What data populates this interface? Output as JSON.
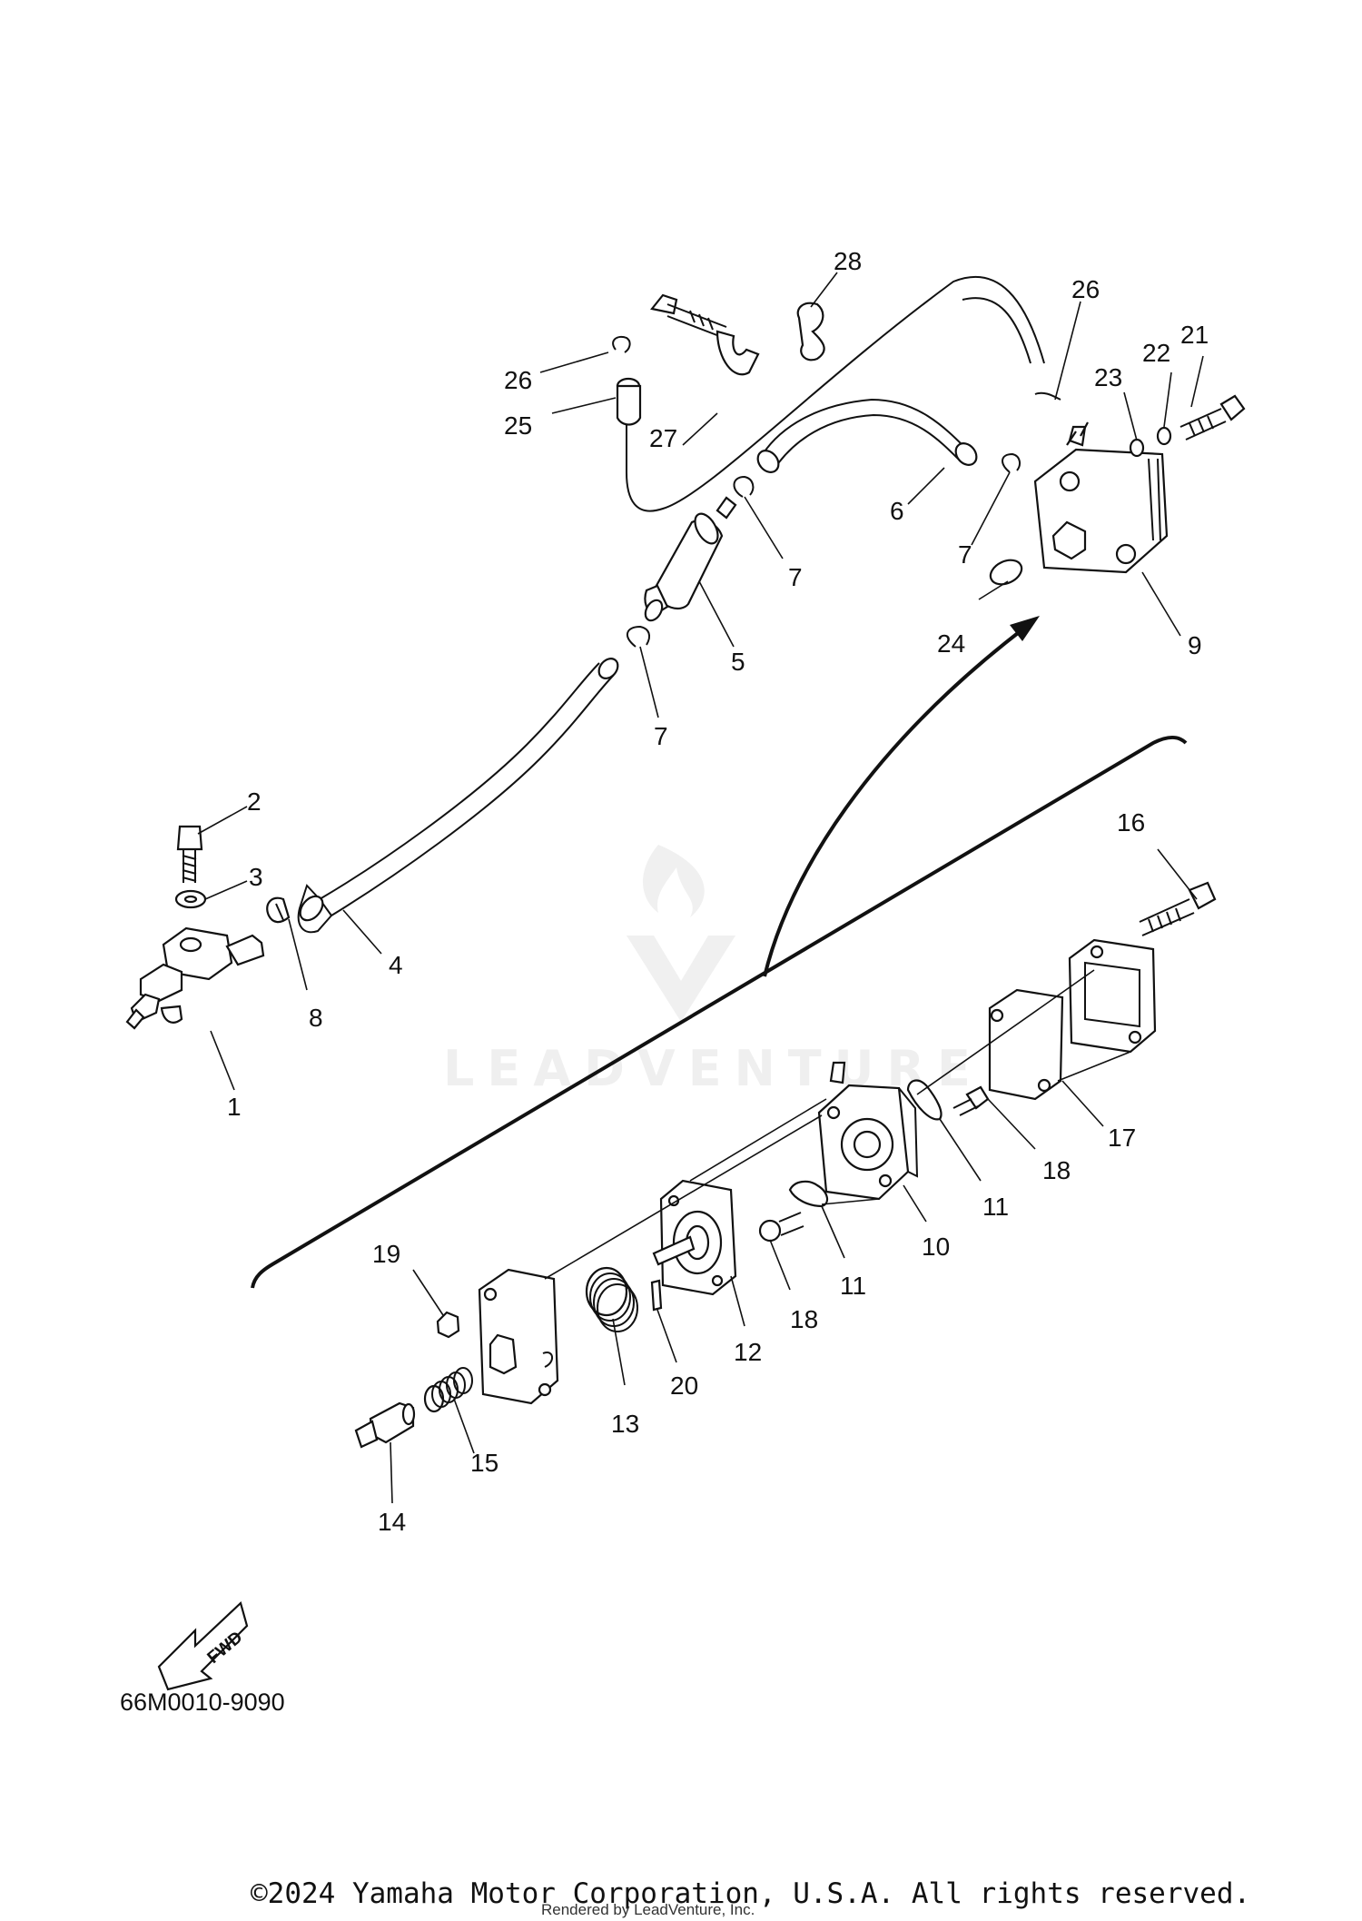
{
  "diagram": {
    "drawing_code": "66M0010-9090",
    "fwd_label": "FWD",
    "copyright": "©2024 Yamaha Motor Corporation, U.S.A. All rights reserved.",
    "rendered_by": "Rendered by LeadVenture, Inc.",
    "watermark": "LEADVENTURE",
    "labels": {
      "p1": "1",
      "p2": "2",
      "p3": "3",
      "p4": "4",
      "p5": "5",
      "p6": "6",
      "p7a": "7",
      "p7b": "7",
      "p7c": "7",
      "p8": "8",
      "p9": "9",
      "p10": "10",
      "p11a": "11",
      "p11b": "11",
      "p12": "12",
      "p13": "13",
      "p14": "14",
      "p15": "15",
      "p16": "16",
      "p17": "17",
      "p18a": "18",
      "p18b": "18",
      "p19": "19",
      "p20": "20",
      "p21": "21",
      "p22": "22",
      "p23": "23",
      "p24": "24",
      "p25": "25",
      "p26a": "26",
      "p26b": "26",
      "p27": "27",
      "p28": "28"
    }
  }
}
